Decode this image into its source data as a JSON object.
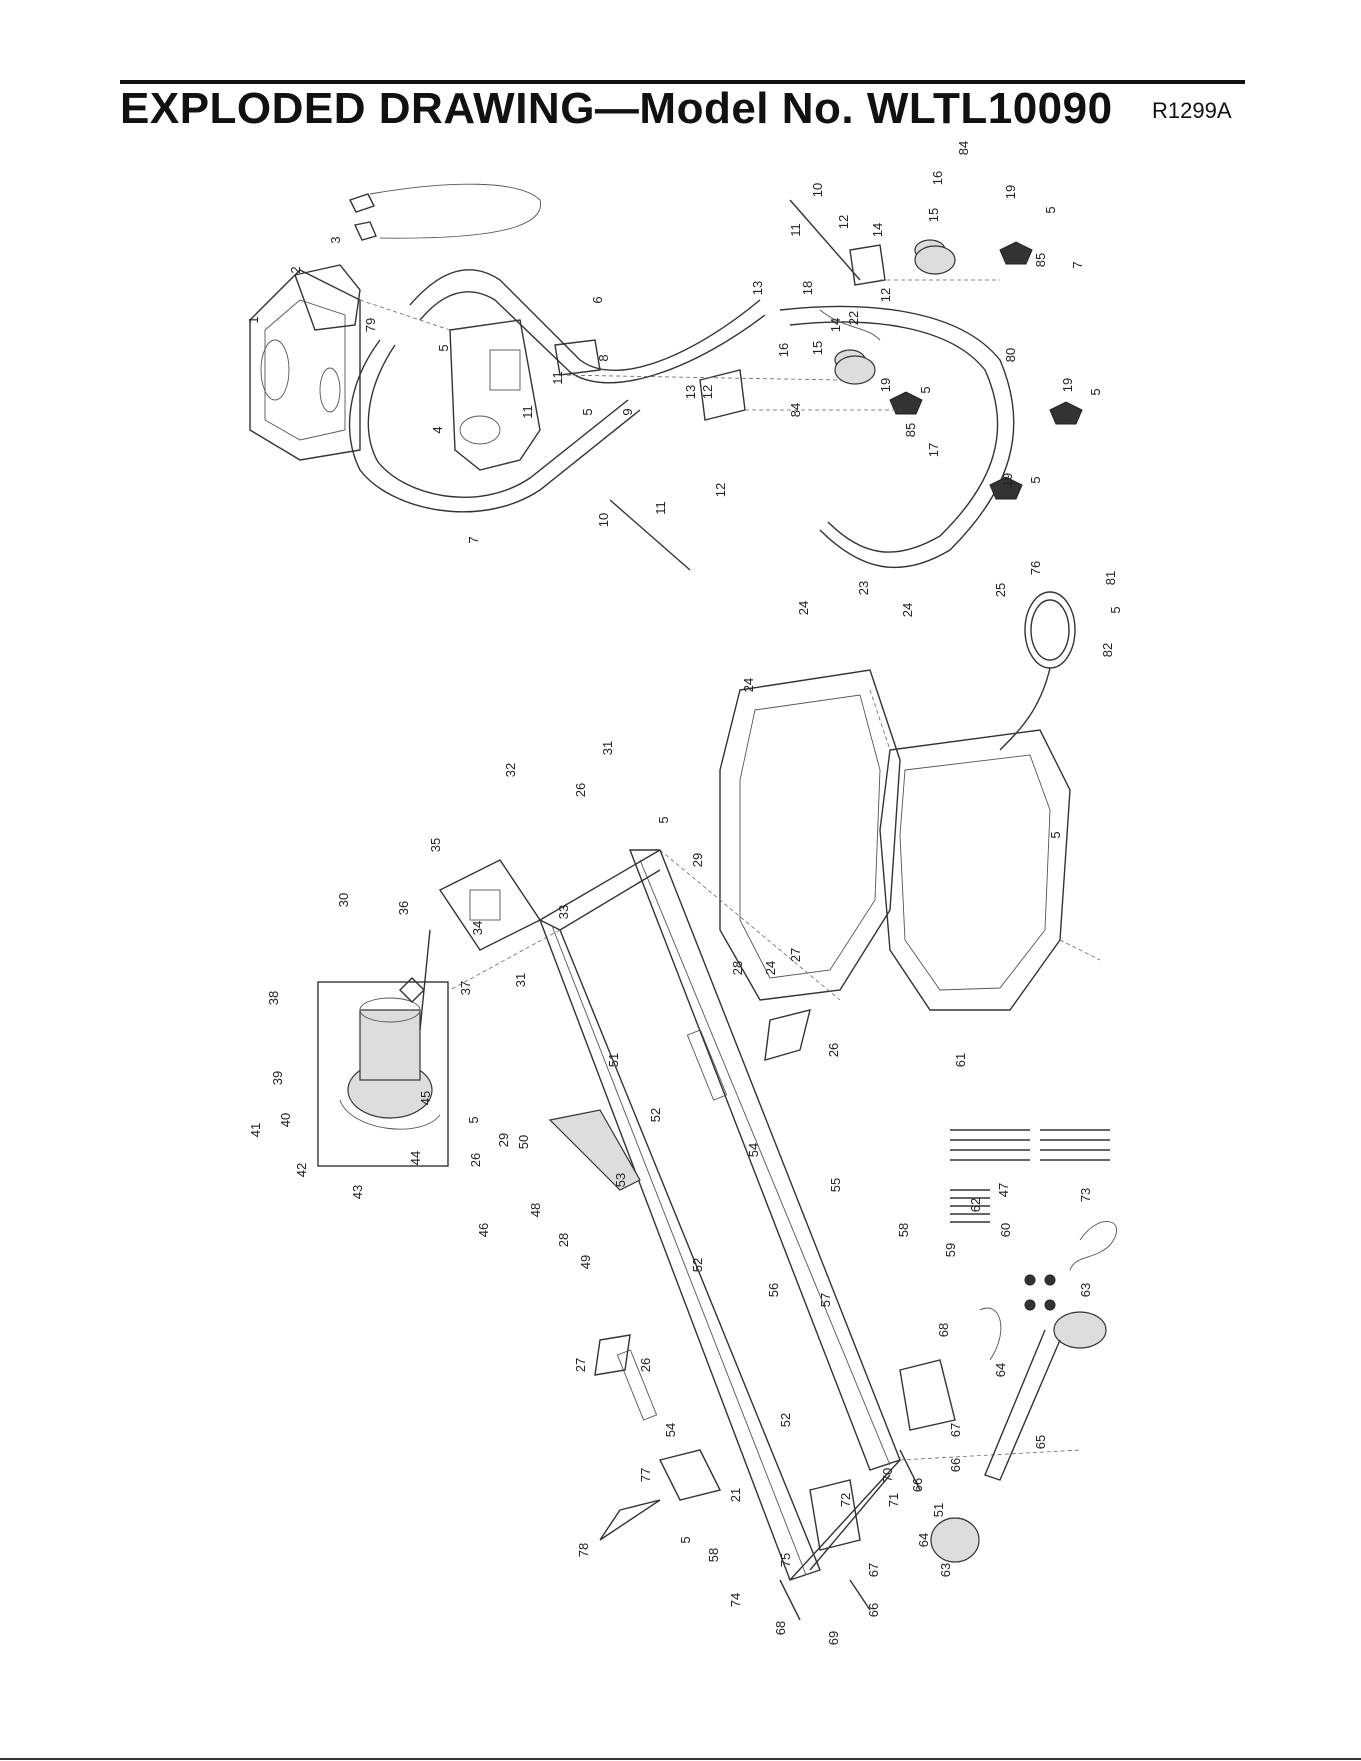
{
  "header": {
    "title": "EXPLODED DRAWING—Model No. WLTL10090",
    "code": "R1299A"
  },
  "callouts": [
    {
      "id": "c1",
      "text": "1"
    },
    {
      "id": "c2",
      "text": "2"
    },
    {
      "id": "c3",
      "text": "3"
    },
    {
      "id": "c79",
      "text": "79"
    },
    {
      "id": "c5a",
      "text": "5"
    },
    {
      "id": "c8",
      "text": "8"
    },
    {
      "id": "c4",
      "text": "4"
    },
    {
      "id": "c11a",
      "text": "11"
    },
    {
      "id": "c11b",
      "text": "11"
    },
    {
      "id": "c5b",
      "text": "5"
    },
    {
      "id": "c9",
      "text": "9"
    },
    {
      "id": "c6",
      "text": "6"
    },
    {
      "id": "c7a",
      "text": "7"
    },
    {
      "id": "c10a",
      "text": "10"
    },
    {
      "id": "c11c",
      "text": "11"
    },
    {
      "id": "c12a",
      "text": "12"
    },
    {
      "id": "c13a",
      "text": "13"
    },
    {
      "id": "c12b",
      "text": "12"
    },
    {
      "id": "c85a",
      "text": "85"
    },
    {
      "id": "c17",
      "text": "17"
    },
    {
      "id": "c19a",
      "text": "19"
    },
    {
      "id": "c5c",
      "text": "5"
    },
    {
      "id": "c84a",
      "text": "84"
    },
    {
      "id": "c16a",
      "text": "16"
    },
    {
      "id": "c15a",
      "text": "15"
    },
    {
      "id": "c19b",
      "text": "19"
    },
    {
      "id": "c5d",
      "text": "5"
    },
    {
      "id": "c14a",
      "text": "14"
    },
    {
      "id": "c22",
      "text": "22"
    },
    {
      "id": "c12c",
      "text": "12"
    },
    {
      "id": "c18",
      "text": "18"
    },
    {
      "id": "c13b",
      "text": "13"
    },
    {
      "id": "c80",
      "text": "80"
    },
    {
      "id": "c19c",
      "text": "19"
    },
    {
      "id": "c5e",
      "text": "5"
    },
    {
      "id": "c10b",
      "text": "10"
    },
    {
      "id": "c11d",
      "text": "11"
    },
    {
      "id": "c12d",
      "text": "12"
    },
    {
      "id": "c14b",
      "text": "14"
    },
    {
      "id": "c16b",
      "text": "16"
    },
    {
      "id": "c15b",
      "text": "15"
    },
    {
      "id": "c84b",
      "text": "84"
    },
    {
      "id": "c19d",
      "text": "19"
    },
    {
      "id": "c5f",
      "text": "5"
    },
    {
      "id": "c85b",
      "text": "85"
    },
    {
      "id": "c7b",
      "text": "7"
    },
    {
      "id": "c24a",
      "text": "24"
    },
    {
      "id": "c23",
      "text": "23"
    },
    {
      "id": "c24b",
      "text": "24"
    },
    {
      "id": "c24c",
      "text": "24"
    },
    {
      "id": "c25",
      "text": "25"
    },
    {
      "id": "c76",
      "text": "76"
    },
    {
      "id": "c81",
      "text": "81"
    },
    {
      "id": "c5g",
      "text": "5"
    },
    {
      "id": "c82",
      "text": "82"
    },
    {
      "id": "c5h",
      "text": "5"
    },
    {
      "id": "c24d",
      "text": "24"
    },
    {
      "id": "c31a",
      "text": "31"
    },
    {
      "id": "c32",
      "text": "32"
    },
    {
      "id": "c26a",
      "text": "26"
    },
    {
      "id": "c5i",
      "text": "5"
    },
    {
      "id": "c35",
      "text": "35"
    },
    {
      "id": "c30",
      "text": "30"
    },
    {
      "id": "c36a",
      "text": "36"
    },
    {
      "id": "c34",
      "text": "34"
    },
    {
      "id": "c33",
      "text": "33"
    },
    {
      "id": "c29a",
      "text": "29"
    },
    {
      "id": "c31b",
      "text": "31"
    },
    {
      "id": "c28a",
      "text": "28"
    },
    {
      "id": "c27a",
      "text": "27"
    },
    {
      "id": "c26b",
      "text": "26"
    },
    {
      "id": "c38",
      "text": "38"
    },
    {
      "id": "c37",
      "text": "37"
    },
    {
      "id": "c39",
      "text": "39"
    },
    {
      "id": "c45",
      "text": "45"
    },
    {
      "id": "c41",
      "text": "41"
    },
    {
      "id": "c40",
      "text": "40"
    },
    {
      "id": "c42",
      "text": "42"
    },
    {
      "id": "c44",
      "text": "44"
    },
    {
      "id": "c43",
      "text": "43"
    },
    {
      "id": "c51a",
      "text": "51"
    },
    {
      "id": "c52a",
      "text": "52"
    },
    {
      "id": "c5j",
      "text": "5"
    },
    {
      "id": "c29b",
      "text": "29"
    },
    {
      "id": "c50",
      "text": "50"
    },
    {
      "id": "c26c",
      "text": "26"
    },
    {
      "id": "c53",
      "text": "53"
    },
    {
      "id": "c54a",
      "text": "54"
    },
    {
      "id": "c55",
      "text": "55"
    },
    {
      "id": "c46",
      "text": "46"
    },
    {
      "id": "c48",
      "text": "48"
    },
    {
      "id": "c28b",
      "text": "28"
    },
    {
      "id": "c49",
      "text": "49"
    },
    {
      "id": "c52b",
      "text": "52"
    },
    {
      "id": "c61",
      "text": "61"
    },
    {
      "id": "c62",
      "text": "62"
    },
    {
      "id": "c73",
      "text": "73"
    },
    {
      "id": "c47",
      "text": "47"
    },
    {
      "id": "c58a",
      "text": "58"
    },
    {
      "id": "c59",
      "text": "59"
    },
    {
      "id": "c60",
      "text": "60"
    },
    {
      "id": "c56",
      "text": "56"
    },
    {
      "id": "c57",
      "text": "57"
    },
    {
      "id": "c63a",
      "text": "63"
    },
    {
      "id": "c27b",
      "text": "27"
    },
    {
      "id": "c26d",
      "text": "26"
    },
    {
      "id": "c52c",
      "text": "52"
    },
    {
      "id": "c54b",
      "text": "54"
    },
    {
      "id": "c68a",
      "text": "68"
    },
    {
      "id": "c64a",
      "text": "64"
    },
    {
      "id": "c67a",
      "text": "67"
    },
    {
      "id": "c65",
      "text": "65"
    },
    {
      "id": "c66a",
      "text": "66"
    },
    {
      "id": "c77",
      "text": "77"
    },
    {
      "id": "c21",
      "text": "21"
    },
    {
      "id": "c5k",
      "text": "5"
    },
    {
      "id": "c70",
      "text": "70"
    },
    {
      "id": "c66b",
      "text": "66"
    },
    {
      "id": "c72",
      "text": "72"
    },
    {
      "id": "c71",
      "text": "71"
    },
    {
      "id": "c51b",
      "text": "51"
    },
    {
      "id": "c64b",
      "text": "64"
    },
    {
      "id": "c78",
      "text": "78"
    },
    {
      "id": "c58b",
      "text": "58"
    },
    {
      "id": "c75",
      "text": "75"
    },
    {
      "id": "c67b",
      "text": "67"
    },
    {
      "id": "c63b",
      "text": "63"
    },
    {
      "id": "c74",
      "text": "74"
    },
    {
      "id": "c66c",
      "text": "66"
    },
    {
      "id": "c68b",
      "text": "68"
    },
    {
      "id": "c69",
      "text": "69"
    }
  ]
}
